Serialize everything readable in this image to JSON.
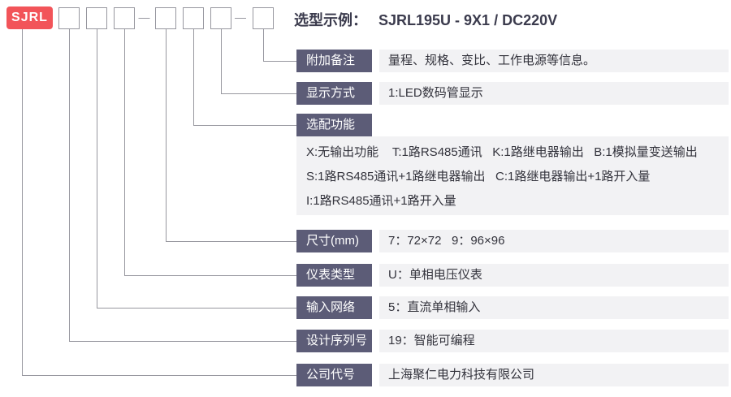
{
  "brand": {
    "code": "SJRL"
  },
  "example": {
    "label": "选型示例：",
    "value": "SJRL195U - 9X1 / DC220V"
  },
  "rows": [
    {
      "label": "附加备注",
      "value": "量程、规格、变比、工作电源等信息。"
    },
    {
      "label": "显示方式",
      "value": "1:LED数码管显示"
    },
    {
      "label": "选配功能",
      "lines": [
        "X:无输出功能    T:1路RS485通讯   K:1路继电器输出   B:1模拟量变送输出",
        "S:1路RS485通讯+1路继电器输出   C:1路继电器输出+1路开入量",
        "I:1路RS485通讯+1路开入量"
      ]
    },
    {
      "label": "尺寸(mm)",
      "value": "7：72×72   9：96×96"
    },
    {
      "label": "仪表类型",
      "value": "U：单相电压仪表"
    },
    {
      "label": "输入网络",
      "value": "5：直流单相输入"
    },
    {
      "label": "设计序列号",
      "value": "19：智能可编程"
    },
    {
      "label": "公司代号",
      "value": "上海聚仁电力科技有限公司"
    }
  ],
  "colors": {
    "brand_red": "#f25459",
    "label_bg": "#5c5c77",
    "band_bg": "#f2f2f4",
    "line": "#97979f",
    "title_text": "#3b3b4d",
    "body_text": "#33333c"
  }
}
